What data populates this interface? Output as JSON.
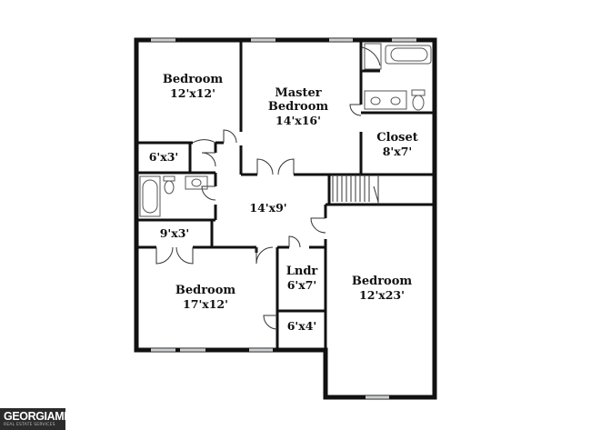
{
  "rooms": {
    "bedroom_nw": {
      "name": "Bedroom",
      "dim": "12'x12'"
    },
    "master": {
      "name_line1": "Master",
      "name_line2": "Bedroom",
      "dim": "14'x16'"
    },
    "closet": {
      "name": "Closet",
      "dim": "8'x7'"
    },
    "closet_small": {
      "dim": "6'x3'"
    },
    "hall": {
      "dim": "14'x9'"
    },
    "bath_closet": {
      "dim": "9'x3'"
    },
    "bedroom_sw": {
      "name": "Bedroom",
      "dim": "17'x12'"
    },
    "laundry": {
      "name": "Lndr",
      "dim": "6'x7'"
    },
    "closet_sw": {
      "dim": "6'x4'"
    },
    "bedroom_se": {
      "name": "Bedroom",
      "dim": "12'x23'"
    }
  },
  "logo": {
    "brand": "GEORGIAMLS",
    "tagline": "REAL ESTATE SERVICES"
  },
  "colors": {
    "wall": "#111111",
    "window": "#9aa0a6",
    "fixture": "#555555",
    "logo_bg": "#2b2b2b"
  }
}
